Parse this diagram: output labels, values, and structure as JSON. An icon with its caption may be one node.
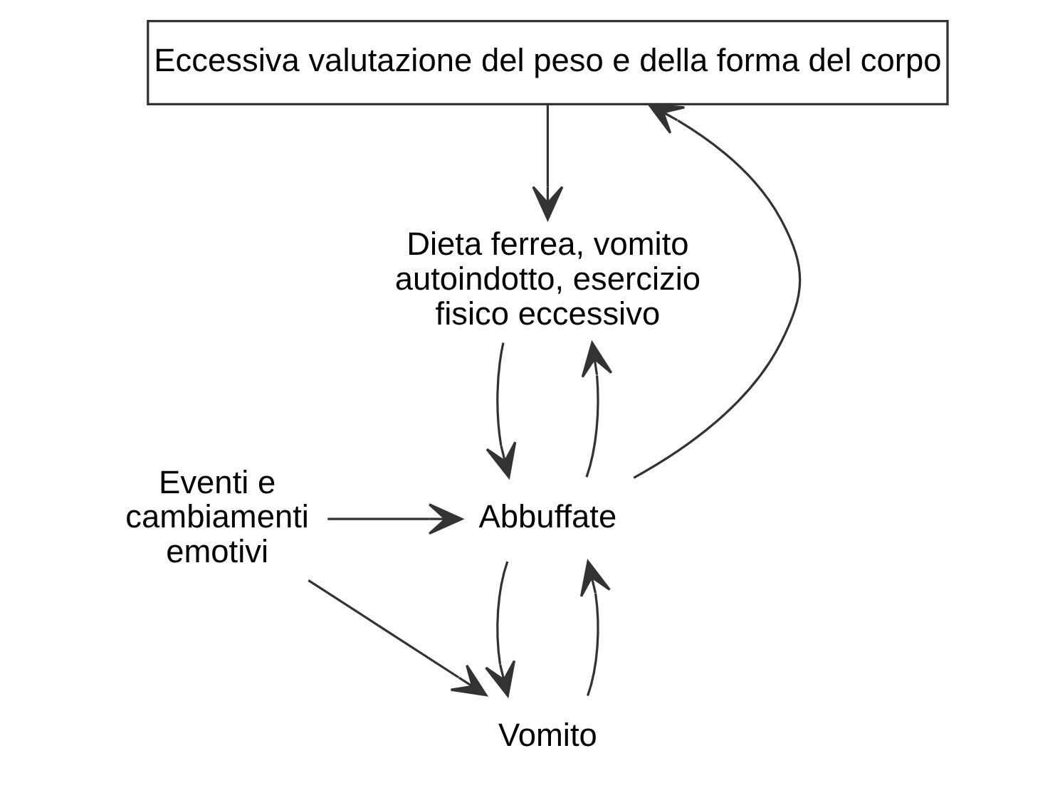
{
  "diagram": {
    "nodes": [
      {
        "text": [
          "Eccessiva valutazione del peso e della forma del corpo"
        ]
      },
      {
        "text": [
          "Dieta ferrea, vomito autoindotto, esercizio fisico eccessivo"
        ]
      },
      {
        "text": [
          "Abbuffate"
        ]
      },
      {
        "text": [
          "Vomito"
        ]
      },
      {
        "text": [
          "Eventi e cambiamenti emotivi"
        ]
      }
    ],
    "edges": [
      {
        "from": 0,
        "to": 1,
        "arrow": "to"
      },
      {
        "from": 1,
        "to": 2,
        "arrow": "to"
      },
      {
        "from": 2,
        "to": 0,
        "arrow": "to"
      },
      {
        "from": 2,
        "to": 1,
        "arrow": "to"
      },
      {
        "from": 2,
        "to": 3,
        "arrow": "to"
      },
      {
        "from": 3,
        "to": 2,
        "arrow": "to"
      },
      {
        "from": 4,
        "to": 2,
        "arrow": "to"
      },
      {
        "from": 4,
        "to": 3,
        "arrow": "to"
      }
    ]
  }
}
